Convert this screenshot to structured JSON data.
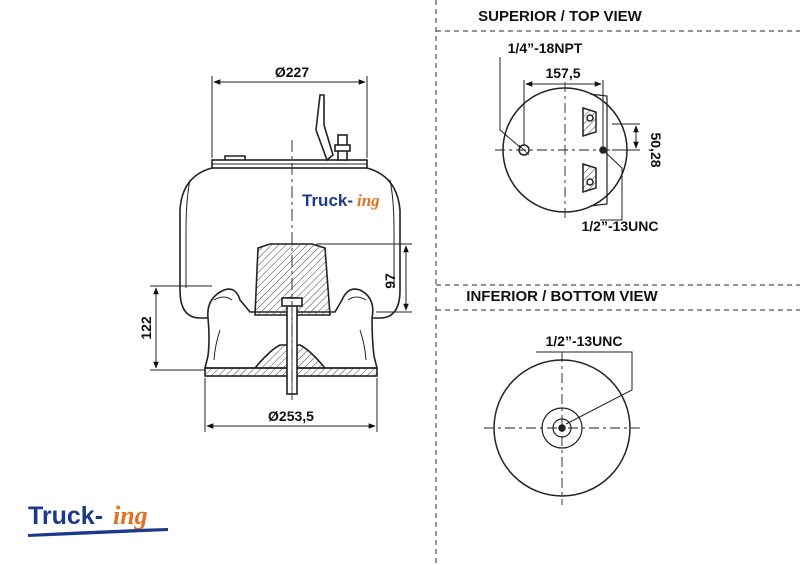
{
  "views": {
    "top_title": "SUPERIOR / TOP VIEW",
    "bottom_title": "INFERIOR / BOTTOM VIEW"
  },
  "side_view": {
    "top_diameter": "Ø227",
    "base_diameter": "Ø253,5",
    "height_piston": "97",
    "height_base": "122"
  },
  "top_view": {
    "port_thread": "1/4”-18NPT",
    "bolt_spacing": "157,5",
    "offset": "50,28",
    "stud_thread": "1/2”-13UNC"
  },
  "bottom_view": {
    "stud_thread": "1/2”-13UNC"
  },
  "logo": {
    "main": "Truck-",
    "suffix": "ing"
  },
  "colors": {
    "line": "#222222",
    "brand_blue": "#1b3a8c",
    "brand_orange": "#e2711d"
  }
}
